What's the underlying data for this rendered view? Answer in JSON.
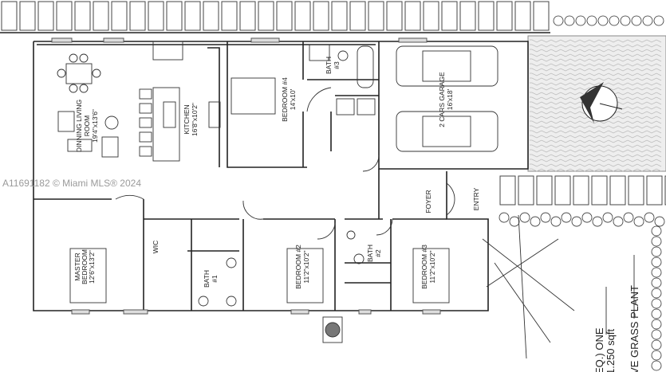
{
  "watermark": "A11691182 © Miami MLS® 2024",
  "rooms": {
    "dining_living": "DINNING LIVING",
    "dining_living_2": "ROOM",
    "dining_living_dim": "19'4\"x13'6\"",
    "kitchen": "KITCHEN",
    "kitchen_dim": "16'8\"x10'2\"",
    "bedroom4": "BEDROOM #4",
    "bedroom4_dim": "14'x10'",
    "bath3": "BATH",
    "bath3_num": "#3",
    "garage": "2 CARS GARAGE",
    "garage_dim": "16'x18'",
    "foyer": "FOYER",
    "entry": "ENTRY",
    "master": "MASTER",
    "master_2": "BEDROOM",
    "master_dim": "12'6\"x13'2\"",
    "wic": "WIC",
    "bath1": "BATH",
    "bath1_num": "#1",
    "bedroom2": "BEDROOM #2",
    "bedroom2_dim": "11'2\"x10'2\"",
    "bath2": "BATH",
    "bath2_num": "#2",
    "bedroom3": "BEDROOM #3",
    "bedroom3_dim": "11'2\"x10'2\""
  },
  "notes": {
    "line1": "EQ.) ONE",
    "line2": "1.250 sqft",
    "line3": "VE GRASS PLANT"
  }
}
